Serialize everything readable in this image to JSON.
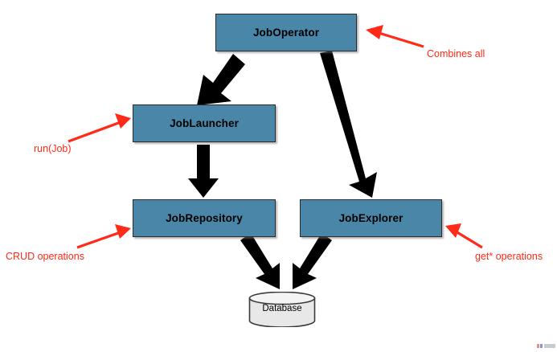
{
  "diagram": {
    "title": "Spring Batch Job Infrastructure",
    "background_color": "#ffffff",
    "box_fill_color": "#4a86a8",
    "box_border_color": "#2b2b2b",
    "annotation_color": "#ff2a18",
    "flow_arrow_color": "#000000",
    "database_fill_color": "#e8e8e8"
  },
  "nodes": {
    "job_operator": {
      "label": "JobOperator"
    },
    "job_launcher": {
      "label": "JobLauncher"
    },
    "job_repository": {
      "label": "JobRepository"
    },
    "job_explorer": {
      "label": "JobExplorer"
    },
    "database": {
      "label": "Database"
    }
  },
  "annotations": {
    "combines_all": {
      "label": "Combines all",
      "points_to": "JobOperator"
    },
    "run_job": {
      "label": "run(Job)",
      "points_to": "JobLauncher"
    },
    "crud_operations": {
      "label": "CRUD operations",
      "points_to": "JobRepository"
    },
    "get_operations": {
      "label": "get* operations",
      "points_to": "JobExplorer"
    }
  },
  "connections": [
    {
      "from": "JobOperator",
      "to": "JobLauncher"
    },
    {
      "from": "JobOperator",
      "to": "JobExplorer"
    },
    {
      "from": "JobLauncher",
      "to": "JobRepository"
    },
    {
      "from": "JobRepository",
      "to": "Database"
    },
    {
      "from": "JobExplorer",
      "to": "Database"
    }
  ]
}
